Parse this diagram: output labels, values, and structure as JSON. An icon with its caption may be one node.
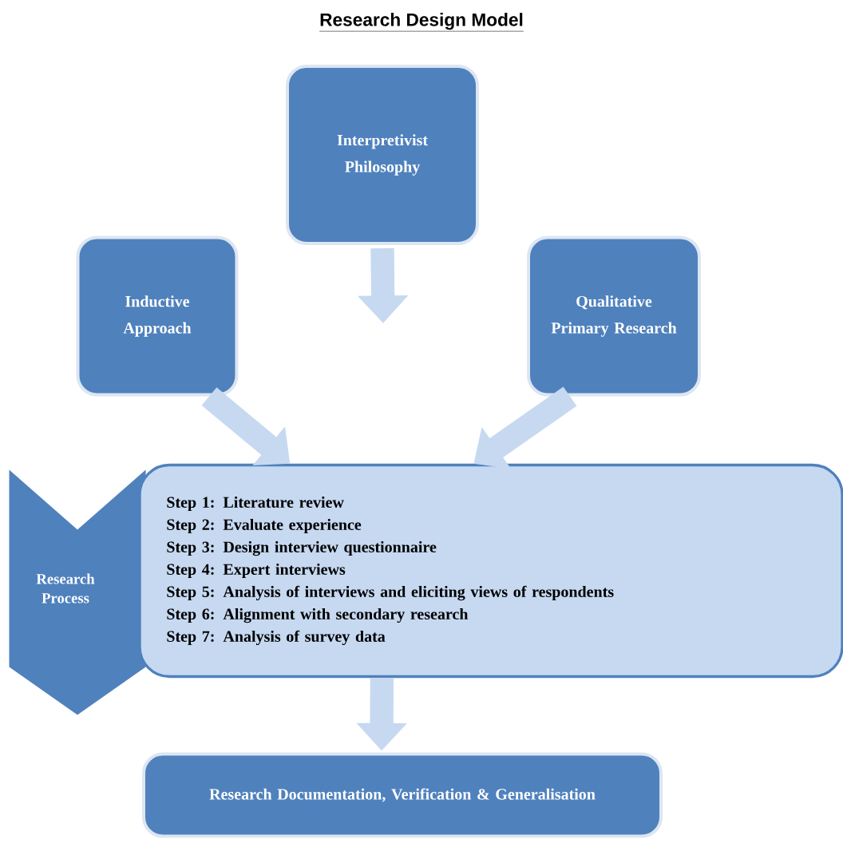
{
  "diagram": {
    "title": "Research Design Model",
    "nodes": [
      {
        "text": [
          "Interpretivist Philosophy"
        ]
      },
      {
        "text": [
          "Inductive Approach"
        ]
      },
      {
        "text": [
          "Qualitative Primary Research"
        ]
      },
      {
        "text": [
          "Research Process"
        ]
      },
      {
        "text": [
          "Step 1: Literature review",
          "Step 2: Evaluate experience",
          "Step 3: Design interview questionnaire",
          "Step 4: Expert interviews",
          "Step 5: Analysis of interviews and eliciting views of respondents",
          "Step 6: Alignment with secondary research",
          "Step 7: Analysis of survey data"
        ]
      },
      {
        "text": [
          "Research Documentation, Verification & Generalisation"
        ]
      }
    ],
    "edges": [
      {
        "from": 0,
        "to": null,
        "arrow": "to"
      },
      {
        "from": 1,
        "to": 4,
        "arrow": "to"
      },
      {
        "from": 2,
        "to": 4,
        "arrow": "to"
      },
      {
        "from": 4,
        "to": 5,
        "arrow": "to"
      }
    ]
  }
}
